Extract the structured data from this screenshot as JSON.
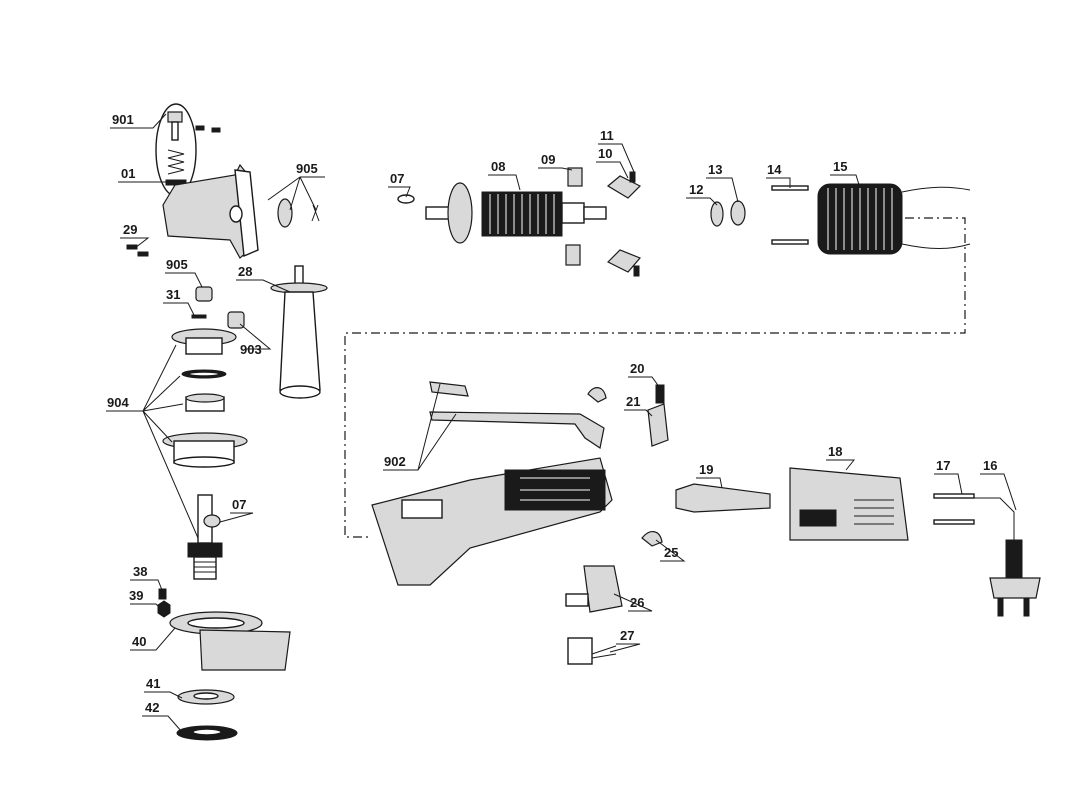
{
  "diagram": {
    "labels": {
      "p901": "901",
      "p01": "01",
      "p29": "29",
      "p905a": "905",
      "p905b": "905",
      "p28": "28",
      "p31": "31",
      "p903": "903",
      "p904": "904",
      "p07a": "07",
      "p38": "38",
      "p39": "39",
      "p40": "40",
      "p41": "41",
      "p42": "42",
      "p07b": "07",
      "p08": "08",
      "p09": "09",
      "p10": "10",
      "p11": "11",
      "p12": "12",
      "p13": "13",
      "p14": "14",
      "p15": "15",
      "p20": "20",
      "p21": "21",
      "p902": "902",
      "p19": "19",
      "p18": "18",
      "p17": "17",
      "p16": "16",
      "p25": "25",
      "p26": "26",
      "p27": "27"
    }
  }
}
